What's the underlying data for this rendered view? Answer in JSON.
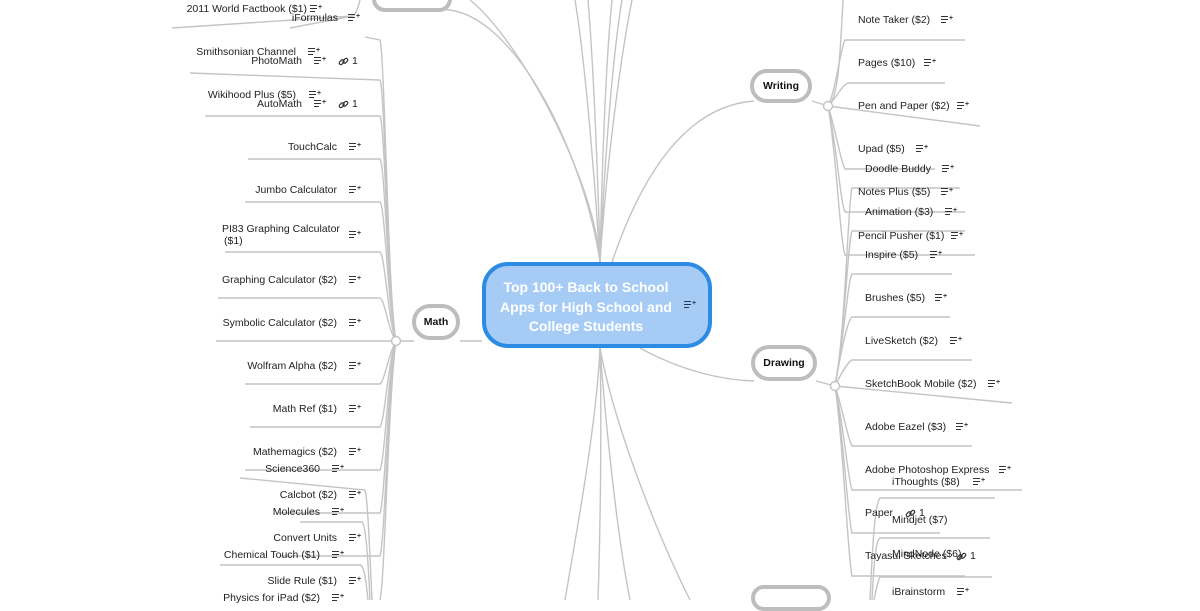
{
  "root": {
    "title": "Top 100+ Back to School Apps for High School and  College Students"
  },
  "branches": {
    "writing": "Writing",
    "math": "Math",
    "drawing": "Drawing"
  },
  "writing_items": [
    "Note Taker ($2)",
    "Pages ($10)",
    "Pen and Paper ($2)",
    "Upad ($5)",
    "Notes Plus ($5)",
    "Pencil Pusher ($1)"
  ],
  "drawing_items": [
    "Doodle Buddy",
    "Animation ($3)",
    "Inspire ($5)",
    "Brushes ($5)",
    "LiveSketch ($2)",
    "SketchBook Mobile ($2)",
    "Adobe Eazel ($3)",
    "Adobe Photoshop Express",
    "Paper",
    "Tayasui Sketches"
  ],
  "mindmap_items": [
    "iThoughts ($8)",
    "Mindjet ($7)",
    "MindNode ($6)",
    "iBrainstorm"
  ],
  "math_items": [
    "iFormulas",
    "PhotoMath",
    "AutoMath",
    "TouchCalc",
    "Jumbo Calculator",
    "PI83 Graphing Calculator",
    "($1)",
    "Graphing Calculator ($2)",
    "Symbolic Calculator ($2)",
    "Wolfram Alpha ($2)",
    "Math Ref ($1)",
    "Mathemagics ($2)",
    "Calcbot ($2)",
    "Convert Units",
    "Slide Rule ($1)"
  ],
  "science_items": [
    "Science360",
    "Molecules",
    "Chemical Touch ($1)",
    "Physics for iPad ($2)"
  ],
  "reference_items": [
    "2011 World Factbook ($1)",
    "Smithsonian Channel",
    "Wikihood Plus ($5)"
  ],
  "link_count": "1",
  "colors": {
    "root_fill": "#a6ccf6",
    "root_border": "#2d8be3",
    "branch_border": "#bdbdbd",
    "line": "#c4c4c4"
  },
  "icons": {
    "note": "note-icon",
    "link": "link-icon"
  }
}
